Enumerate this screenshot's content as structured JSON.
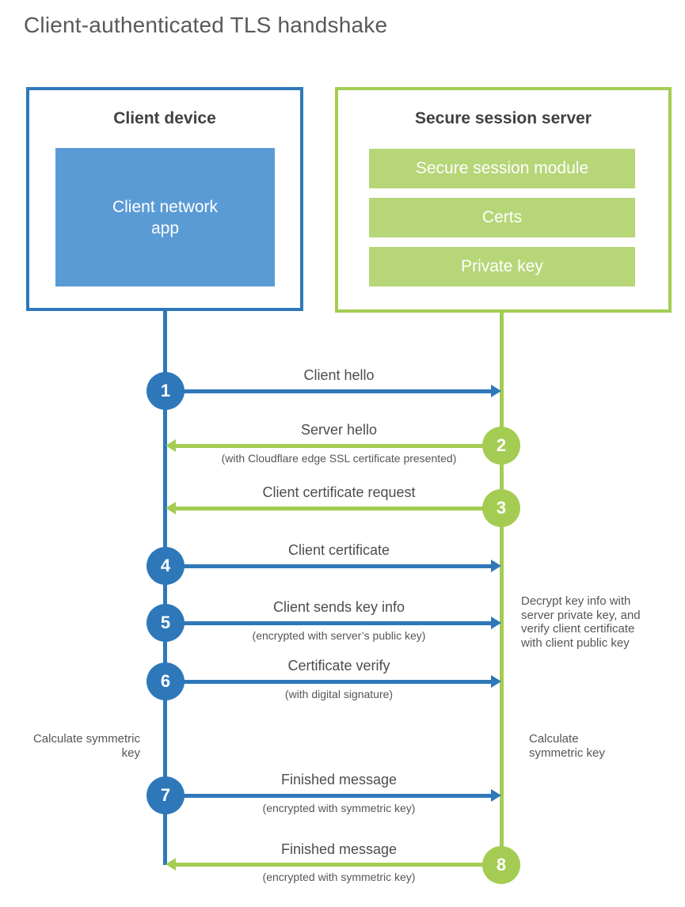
{
  "title": "Client-authenticated TLS handshake",
  "colors": {
    "blue": "#2e78ba",
    "blue-fill": "#5b9bd5",
    "green": "#a4cc52",
    "green-fill": "#b6d678",
    "title-gray": "#595959",
    "label-gray": "#4d4d4f",
    "sub-gray": "#55565a",
    "heading-dark": "#414042"
  },
  "client": {
    "title": "Client device",
    "app_label": "Client network app"
  },
  "server": {
    "title": "Secure session server",
    "modules": [
      "Secure session module",
      "Certs",
      "Private key"
    ]
  },
  "steps": [
    {
      "num": "1",
      "label": "Client hello",
      "sublabel": "",
      "direction": "client-to-server"
    },
    {
      "num": "2",
      "label": "Server hello",
      "sublabel": "(with Cloudflare edge SSL certificate presented)",
      "direction": "server-to-client"
    },
    {
      "num": "3",
      "label": "Client certificate request",
      "sublabel": "",
      "direction": "server-to-client"
    },
    {
      "num": "4",
      "label": "Client certificate",
      "sublabel": "",
      "direction": "client-to-server"
    },
    {
      "num": "5",
      "label": "Client sends key info",
      "sublabel": "(encrypted with server’s public key)",
      "direction": "client-to-server"
    },
    {
      "num": "6",
      "label": "Certificate verify",
      "sublabel": "(with digital signature)",
      "direction": "client-to-server"
    },
    {
      "num": "7",
      "label": "Finished message",
      "sublabel": "(encrypted with symmetric key)",
      "direction": "client-to-server"
    },
    {
      "num": "8",
      "label": "Finished message",
      "sublabel": "(encrypted with symmetric key)",
      "direction": "server-to-client"
    }
  ],
  "notes": {
    "decrypt": "Decrypt key info with server private key, and verify client certificate with client public key",
    "calc_left": "Calculate symmetric key",
    "calc_right": "Calculate symmetric key"
  }
}
